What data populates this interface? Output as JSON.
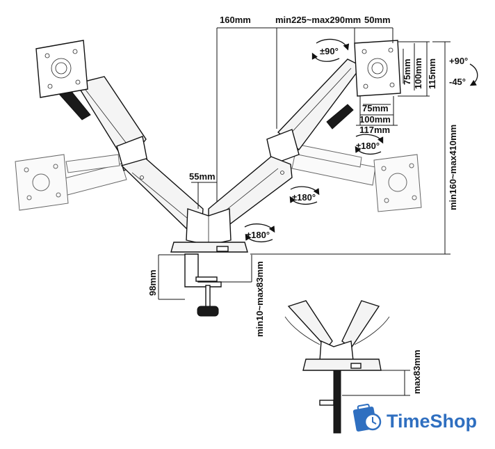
{
  "dimensions": {
    "arm_segment": "160mm",
    "arm_extension": "min225~max290mm",
    "vesa_offset": "50mm",
    "pole_width": "55mm",
    "vesa_h_small": "75mm",
    "vesa_h_large": "100mm",
    "plate_height": "117mm",
    "vesa_v_small": "75mm",
    "vesa_v_large": "100mm",
    "plate_width": "115mm",
    "height_range": "min160~max410mm",
    "base_height": "98mm",
    "clamp_thickness": "min10~max83mm",
    "detail_clamp_max": "max83mm"
  },
  "rotations": {
    "plate_swivel": "±90°",
    "tilt_up": "+90°",
    "tilt_down": "-45°",
    "forearm_swivel": "±180°",
    "arm_swivel": "±180°",
    "base_swivel": "±180°"
  },
  "brand": {
    "name": "TimeShop",
    "logo_color": "#2f6fc0"
  }
}
